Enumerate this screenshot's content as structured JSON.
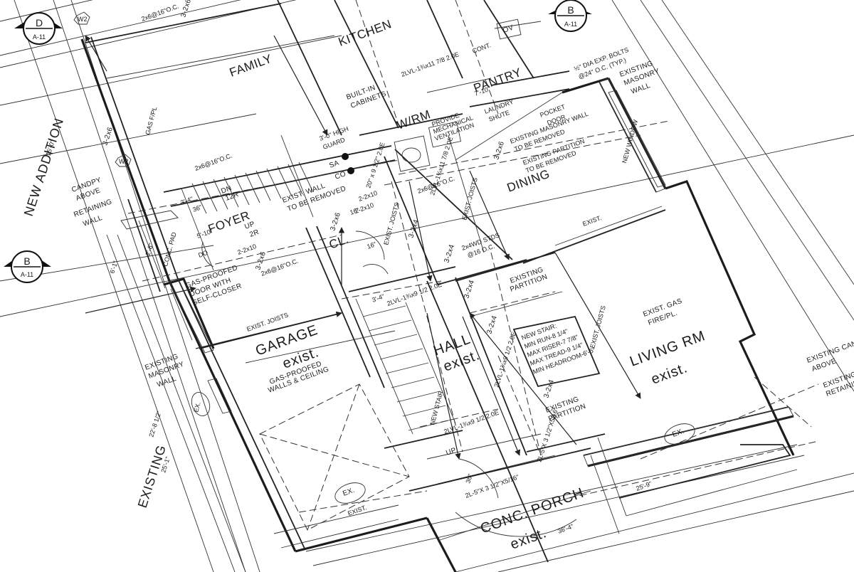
{
  "sections": {
    "d": {
      "letter": "D",
      "sheet": "A-11"
    },
    "b_top": {
      "letter": "B",
      "sheet": "A-11"
    },
    "b_left": {
      "letter": "B",
      "sheet": "A-11"
    }
  },
  "rooms": {
    "family": "FAMILY",
    "kitchen": "KITCHEN",
    "pantry": "PANTRY",
    "wrm": "W/RM",
    "dining": "DINING",
    "foyer": "FOYER",
    "cl": "CL.",
    "garage": "GARAGE",
    "garage_sub": "exist.",
    "hall": "HALL",
    "hall_sub": "exist.",
    "living": "LIVING RM",
    "living_sub": "exist.",
    "porch": "CONC. PORCH",
    "porch_sub": "exist."
  },
  "margin": {
    "new_addition": "NEW ADDITION",
    "existing": "EXISTING"
  },
  "notes": {
    "built_in_cabinets_1": "BUILT-IN",
    "built_in_cabinets_2": "CABINETS",
    "exist_wall_1": "EXIST. WALL",
    "exist_wall_2": "TO BE REMOVED",
    "gas_door_1": "GAS-PROOFED",
    "gas_door_2": "DOOR WITH",
    "gas_door_3": "SELF-CLOSER",
    "gas_walls_1": "GAS-PROOFED",
    "gas_walls_2": "WALLS & CEILING",
    "existing_partition_1a": "EXISTING",
    "existing_partition_1b": "PARTITION",
    "existing_partition_2a": "EXISTING",
    "existing_partition_2b": "PARTITION",
    "exist_gas_1": "EXIST. GAS",
    "exist_gas_2": "FIRE/PL.",
    "existing_masonry_wall_l1": "EXISTING",
    "existing_masonry_wall_l2": "MASONRY",
    "existing_masonry_wall_l3": "WALL",
    "existing_masonry_wall_r1": "EXISTING",
    "existing_masonry_wall_r2": "MASONRY",
    "existing_masonry_wall_r3": "WALL",
    "candy_above_1": "CANDPY",
    "candy_above_2": "ABOVE",
    "retaining_wall_1": "RETAINING",
    "retaining_wall_2": "WALL",
    "existing_canopy_1": "EXISTING CANO",
    "existing_canopy_2": "ABOVE",
    "existing_retaining": "EXISTING",
    "existing_retaining_2": "RETAININ",
    "laundry_1": "LAUNDRY",
    "laundry_2": "SHUTE",
    "pocket_1": "POCKET",
    "pocket_2": "DOOR",
    "remove_masonry_1": "EXISTING MASONRY WALL",
    "remove_masonry_2": "TO BE REMOVED",
    "remove_partition_1": "EXISTING PARTITION",
    "remove_partition_2": "TO BE REMOVED",
    "mech_vent_1": "PROVIDE",
    "mech_vent_2": "MECHANICAL",
    "mech_vent_3": "VENTILATION",
    "guard_1": "3'-0\" HIGH",
    "guard_2": "GUARD",
    "sa": "SA",
    "co": "CO",
    "conc_pad": "CONC. PAD",
    "gas_fpl": "GAS F/PL",
    "new_window": "NEW WINDOW",
    "dia_bolts_1": "½\" DIA EXP. BOLTS",
    "dia_bolts_2": "@24\" O.C. (TYP.)",
    "new_stair": "NEW STAIR",
    "dn": "DN",
    "dn_r": "12R",
    "up": "UP",
    "up_r": "2R",
    "up_hall": "UP",
    "exist_joists_1": "EXIST. JOISTS",
    "exist_joists_2": "EXIST. JOISTS",
    "exist_joists_3": "EXIST. JOISTS",
    "exist_joists_4": "EXIST. JOISTS",
    "exist_1": "EXIST.",
    "exist_2": "EXIST.",
    "ex_1": "EX.",
    "ex_2": "EX.",
    "ex_3": "EX.",
    "w2_a": "W2",
    "w2_b": "W2",
    "cont": "CONT.",
    "ov": "OV",
    "stud_note": "2x4WD STDS",
    "stud_note_2": "@16 O.C."
  },
  "stair_box": {
    "title": "NEW STAIR:",
    "lines": [
      "MIN RUN-8 1/4\"",
      "MAX RISER-7 7/8\"",
      "MAX TREAD-9 1/4\"",
      "MIN HEADROOM-6'-5\""
    ]
  },
  "beams": {
    "b1": "3-2x6",
    "b2": "3-2x6",
    "b3": "3-2x6",
    "b4": "3-2x6",
    "b5": "3-2x4",
    "b6": "3-2x4",
    "b7": "3-2x4",
    "b8": "3-2x4",
    "b9": "3-2x4",
    "b10": "3-2x6",
    "joist_1": "2x6@16\"O.C.",
    "joist_2": "2x6@16\"O.C.",
    "joist_3": "2x6@16\"O.C.",
    "joist_4": "2x6@16\"O.C.",
    "lvl_1": "2LVL-1¾x11 7/8 2.0E",
    "lvl_2": "2LVL-1¾x9 1/2 2.0E",
    "lvl_3": "2LVL-1¾x9 1/2 2.0E",
    "lvl_4": "2LVL-1¾x9 1/2 2.0E",
    "lvl_5": "2LVL-1¾x11 7/8 2.0E",
    "lintel_1": "2L-5\"X 3 1/2\"X5/16\"",
    "lintel_2": "2L-5\"X 3 1/2\"X5/16\"",
    "twobyten_1": "2-2x10",
    "twobyten_2": "2-2x10",
    "twobyten_3": "2-2x10"
  },
  "dims": {
    "d1": "5'-10\"",
    "d2": "3'-4\"",
    "d3": "36\"",
    "d4": "7'-10\"",
    "d5": "16\"",
    "d6": "16\"",
    "d7": "3'-4\"",
    "d8": "36\"",
    "d9": "25'-9\"",
    "d10": "36'-4\"",
    "d11": "25'-1\"",
    "d12": "22'-8 1/2\"",
    "d13": "15'-0\"",
    "d14": "6'-1\"",
    "d15": "2'-8\"",
    "d16": "20\" x 9 1/2\" 2.0E",
    "d17": "DO"
  }
}
